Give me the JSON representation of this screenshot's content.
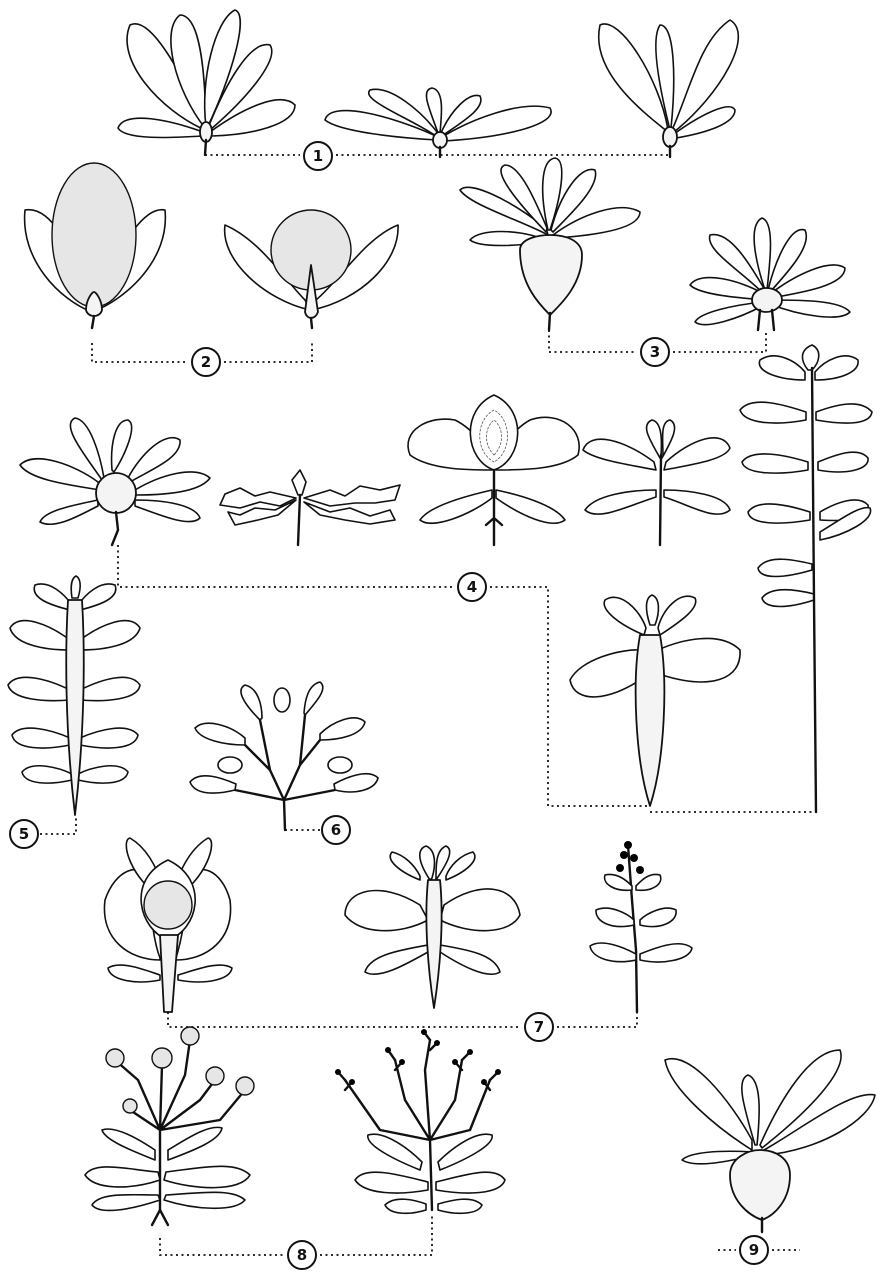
{
  "figure": {
    "markers": [
      {
        "id": "1",
        "label": "1"
      },
      {
        "id": "2",
        "label": "2"
      },
      {
        "id": "3",
        "label": "3"
      },
      {
        "id": "4",
        "label": "4"
      },
      {
        "id": "5",
        "label": "5"
      },
      {
        "id": "6",
        "label": "6"
      },
      {
        "id": "7",
        "label": "7"
      },
      {
        "id": "8",
        "label": "8"
      },
      {
        "id": "9",
        "label": "9"
      }
    ]
  }
}
